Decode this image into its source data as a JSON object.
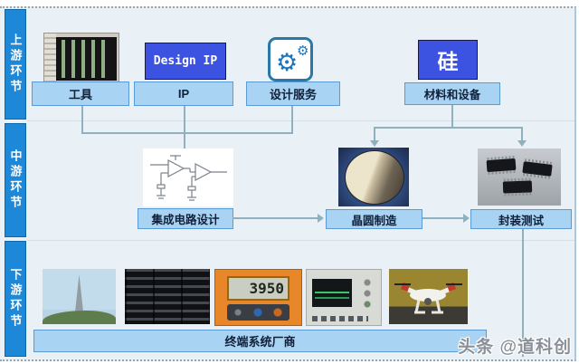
{
  "sidebar": {
    "items": [
      {
        "label": "上游环节"
      },
      {
        "label": "中游环节"
      },
      {
        "label": "下游环节"
      }
    ]
  },
  "upstream": {
    "tool": {
      "label": "工具",
      "image": "eda-software-screenshot"
    },
    "ip": {
      "label": "IP",
      "box_text": "Design IP"
    },
    "design_service": {
      "label": "设计服务",
      "icon": "gears-icon"
    },
    "materials": {
      "label": "材料和设备",
      "box_text": "硅"
    }
  },
  "midstream": {
    "ic_design": {
      "label": "集成电路设计",
      "image": "opamp-circuit-schematic"
    },
    "wafer": {
      "label": "晶圆制造",
      "image": "silicon-wafer-photo"
    },
    "package": {
      "label": "封装测试",
      "image": "ic-chips-photo"
    }
  },
  "downstream": {
    "bar_label": "终端系统厂商",
    "images": [
      "telecom-tower-photo",
      "server-racks-photo",
      "multimeter-photo",
      "oscilloscope-photo",
      "drone-photo"
    ],
    "multimeter_reading": "3950"
  },
  "watermark": {
    "text": "头条 @道科创"
  },
  "colors": {
    "background": "#E9F1F6",
    "sidebar_blue": "#1D87D8",
    "sidebar_border": "#1166A8",
    "label_fill": "#A9D3F2",
    "label_border": "#5B9BD5",
    "accent_box_blue": "#3C52E0",
    "connector": "#8FB0BE",
    "gear_blue": "#1B75BC",
    "watermark_gray": "#8A9098"
  }
}
